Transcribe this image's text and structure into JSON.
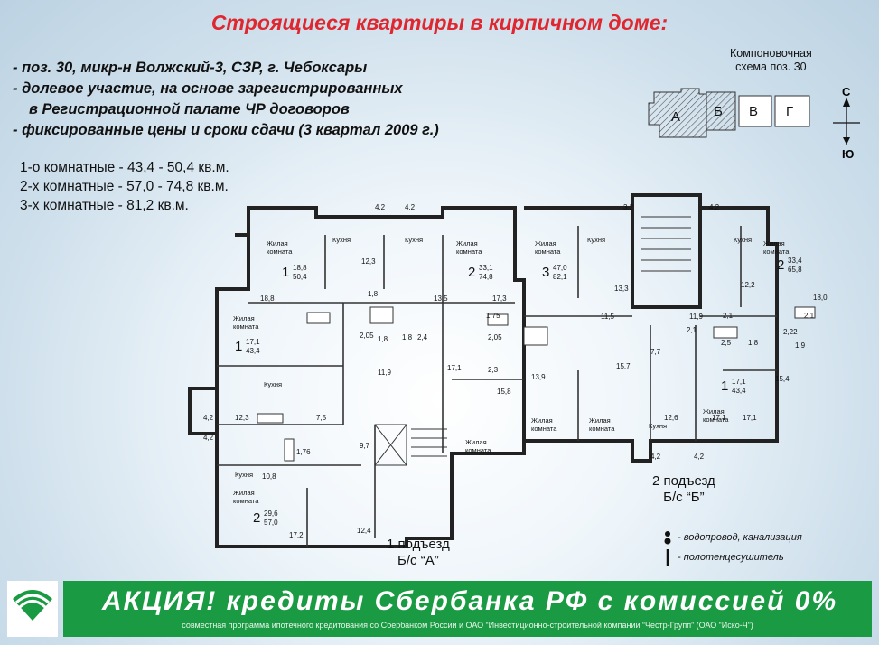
{
  "title": "Строящиеся квартиры в кирпичном доме:",
  "bullets": [
    "- поз. 30, микр-н Волжский-3, СЗР, г. Чебоксары",
    "- долевое участие, на основе зарегистрированных",
    "в Регистрационной палате ЧР договоров",
    "- фиксированные цены и сроки сдачи (3 квартал 2009 г.)"
  ],
  "room_sizes": [
    "1-о комнатные - 43,4 - 50,4 кв.м.",
    "2-х комнатные - 57,0 - 74,8 кв.м.",
    "3-х комнатные - 81,2 кв.м."
  ],
  "scheme": {
    "label_line1": "Компоновочная",
    "label_line2": "схема поз. 30",
    "sections": [
      "А",
      "Б",
      "В",
      "Г"
    ],
    "compass_north": "С",
    "compass_south": "Ю"
  },
  "plan": {
    "room_labels": {
      "living": "Жилая",
      "living2": "комната",
      "kitchen": "Кухня"
    },
    "apartments": [
      {
        "rooms": "1",
        "living": "18,8",
        "total": "50,4"
      },
      {
        "rooms": "1",
        "living": "17,1",
        "total": "43,4"
      },
      {
        "rooms": "2",
        "living": "29,6",
        "total": "57,0"
      },
      {
        "rooms": "2",
        "living": "33,1",
        "total": "74,8"
      },
      {
        "rooms": "3",
        "living": "47,0",
        "total": "82,1"
      },
      {
        "rooms": "2",
        "living": "33,4",
        "total": "65,8"
      },
      {
        "rooms": "1",
        "living": "17,1",
        "total": "43,4"
      }
    ],
    "areas": [
      "4,2",
      "4,2",
      "3,2",
      "4,2",
      "12,3",
      "18,8",
      "13,5",
      "17,3",
      "13,3",
      "12,2",
      "18,0",
      "1,8",
      "1,8",
      "2,05",
      "1,8",
      "2,4",
      "1,75",
      "2,05",
      "2,1",
      "2,1",
      "11,5",
      "11,9",
      "2,5",
      "1,8",
      "2,22",
      "1,9",
      "11,9",
      "17,1",
      "2,3",
      "15,8",
      "13,9",
      "15,7",
      "7,7",
      "17,1",
      "15,4",
      "4,2",
      "12,3",
      "7,5",
      "4,2",
      "1,76",
      "9,7",
      "10,8",
      "12,4",
      "17,2",
      "12,6",
      "17,1",
      "4,2",
      "4,2",
      "2,1"
    ]
  },
  "entrance1": {
    "line1": "1 подъезд",
    "line2": "Б/с “А”"
  },
  "entrance2": {
    "line1": "2 подъезд",
    "line2": "Б/с “Б”"
  },
  "legend": {
    "water": "- водопровод, канализация",
    "towel": "- полотенцесушитель"
  },
  "banner": {
    "main": "АКЦИЯ!  кредиты Сбербанка РФ с комиссией 0%",
    "sub": "совместная программа ипотечного кредитования со Сбербанком России и ОАО “Инвестиционно-строительной компании “Честр-Групп” (ОАО “Иско-Ч”)"
  },
  "colors": {
    "title": "#e0262e",
    "banner": "#1a9a42"
  }
}
